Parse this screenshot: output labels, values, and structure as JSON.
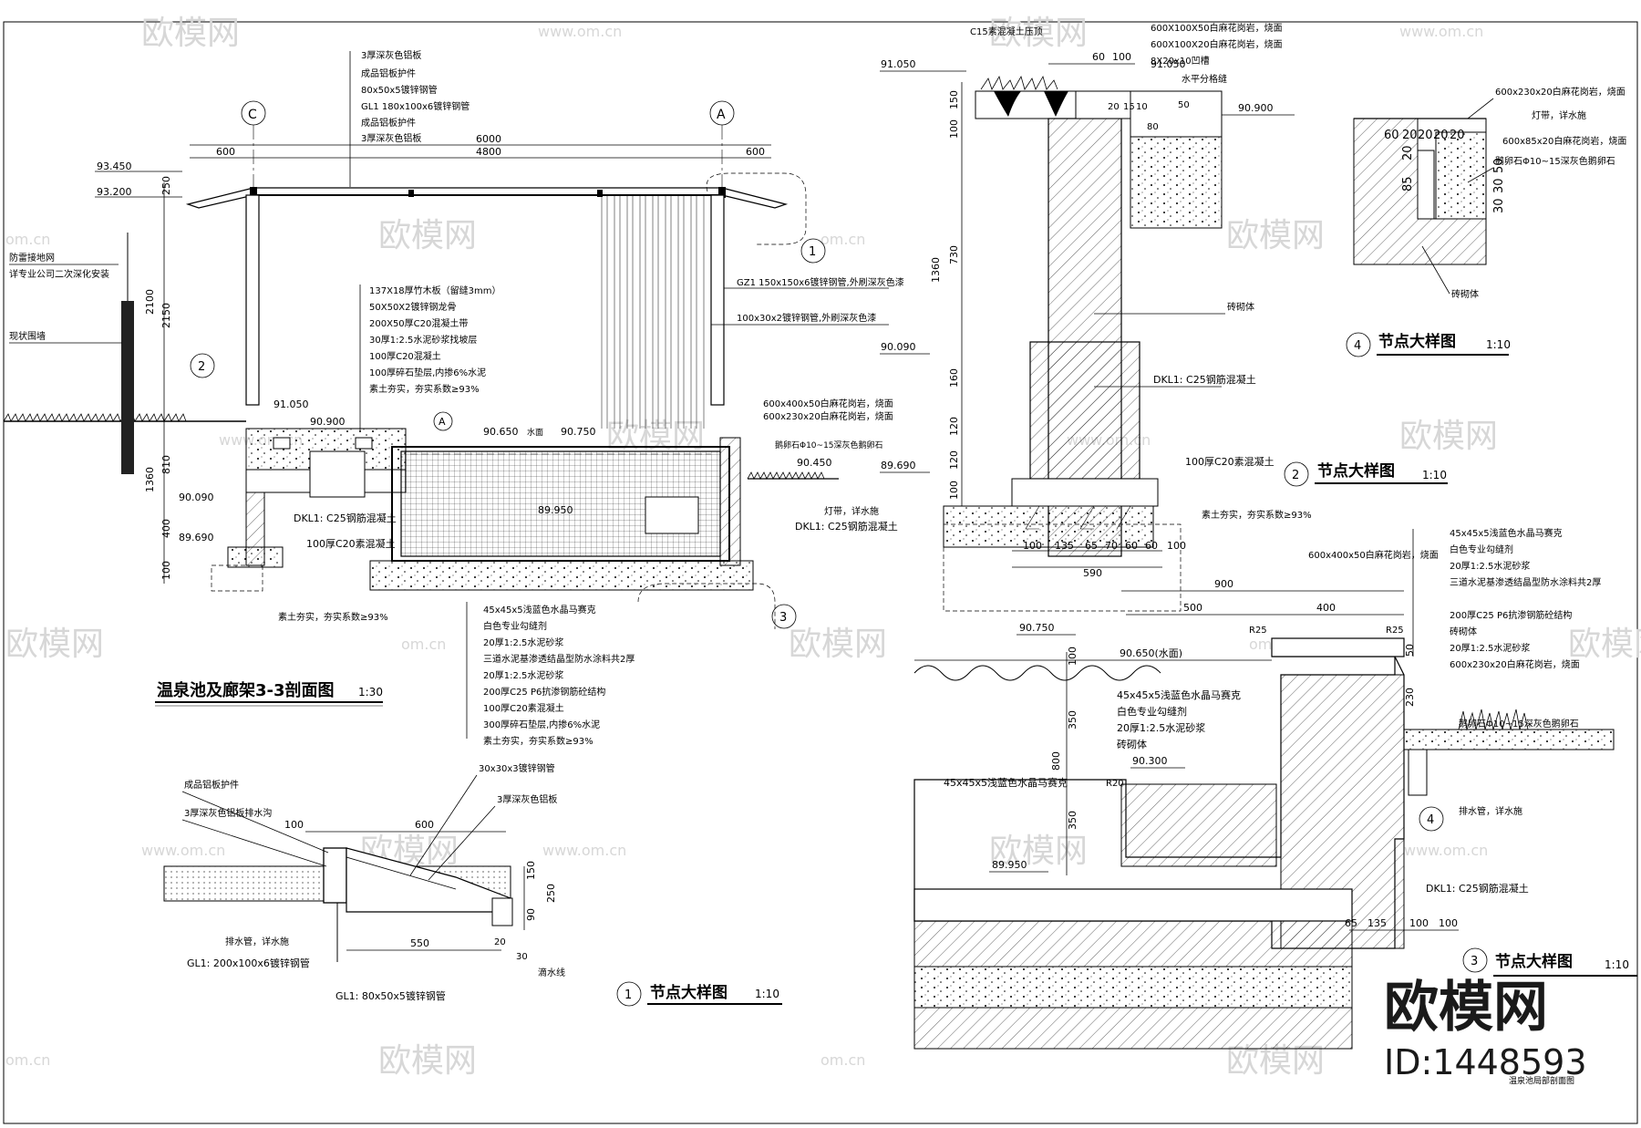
{
  "watermark": {
    "site": "www.om.cn",
    "site_short": "om.cn",
    "brand": "欧模网"
  },
  "brand_logo": {
    "name": "欧模网",
    "id": "ID:1448593"
  },
  "section_main": {
    "title": "温泉池及廊架3-3剖面图",
    "scale": "1:30",
    "axis_c": "C",
    "axis_a": "A",
    "dims_top": [
      "6000",
      "600",
      "4800",
      "600"
    ],
    "dims_left": [
      "250",
      "2150",
      "2100",
      "810",
      "1360",
      "400",
      "100"
    ],
    "elevations": [
      "93.450",
      "93.200",
      "91.050",
      "90.900",
      "90.650",
      "90.750",
      "90.450",
      "90.090",
      "89.690",
      "89.950"
    ],
    "water_label": "水面",
    "roof_notes": [
      "3厚深灰色铝板",
      "成品铝板护件",
      "80x50x5镀锌钢管",
      "GL1 180x100x6镀锌钢管",
      "成品铝板护件",
      "3厚深灰色铝板"
    ],
    "deck_notes": [
      "137X18厚竹木板（留缝3mm）",
      "50X50X2镀锌钢龙骨",
      "200X50厚C20混凝土带",
      "30厚1:2.5水泥砂浆找坡层",
      "100厚C20混凝土",
      "100厚碎石垫层,内掺6%水泥",
      "素土夯实，夯实系数≥93%"
    ],
    "pool_notes": [
      "45x45x5浅蓝色水晶马赛克",
      "白色专业勾缝剂",
      "20厚1:2.5水泥砂浆",
      "三道水泥基渗透结晶型防水涂料共2厚",
      "20厚1:2.5水泥砂浆",
      "200厚C25 P6抗渗钢筋砼结构",
      "100厚C20素混凝土",
      "300厚碎石垫层,内掺6%水泥",
      "素土夯实，夯实系数≥93%"
    ],
    "right_notes": [
      "GZ1 150x150x6镀锌钢管,外刷深灰色漆",
      "100x30x2镀锌钢管,外刷深灰色漆",
      "600x400x50白麻花岗岩，烧面",
      "600x230x20白麻花岗岩，烧面",
      "鹅卵石Φ10~15深灰色鹅卵石",
      "灯带，详水施"
    ],
    "left_notes": [
      "防雷接地网",
      "详专业公司二次深化安装",
      "现状围墙"
    ],
    "base_notes": [
      "DKL1: C25钢筋混凝土",
      "100厚C20素混凝土",
      "素土夯实，夯实系数≥93%",
      "DKL1: C25钢筋混凝土"
    ],
    "light_label": "灯带，详水施",
    "callouts": [
      "1",
      "2",
      "3",
      "A"
    ]
  },
  "detail_1": {
    "title": "节点大样图",
    "number": "1",
    "scale": "1:10",
    "notes": [
      "成品铝板护件",
      "3厚深灰色铝板排水沟",
      "30x30x3镀锌钢管",
      "3厚深灰色铝板",
      "排水管，详水施",
      "GL1: 200x100x6镀锌钢管",
      "GL1: 80x50x5镀锌钢管",
      "滴水线"
    ],
    "dims": [
      "100",
      "600",
      "150",
      "250",
      "90",
      "20",
      "30",
      "550"
    ]
  },
  "detail_2": {
    "title": "节点大样图",
    "number": "2",
    "scale": "1:10",
    "notes": [
      "C15素混凝土压顶",
      "600X100X50白麻花岗岩，烧面",
      "600X100X20白麻花岗岩，烧面",
      "8X20x10凹槽",
      "水平分格缝",
      "砖砌体",
      "DKL1: C25钢筋混凝土",
      "100厚C20素混凝土",
      "素土夯实，夯实系数≥93%"
    ],
    "elevations": [
      "91.050",
      "91.050",
      "90.900",
      "90.090",
      "89.690"
    ],
    "dims_top": [
      "60",
      "100"
    ],
    "dims_left": [
      "150",
      "100",
      "730",
      "1360",
      "160",
      "120",
      "120",
      "100"
    ],
    "dims_bottom": [
      "100",
      "135",
      "65",
      "70",
      "60",
      "60",
      "100"
    ],
    "dim_total": "590",
    "small_dims": [
      "20",
      "15",
      "10",
      "80",
      "50"
    ]
  },
  "detail_3": {
    "title": "节点大样图",
    "number": "3",
    "scale": "1:10",
    "notes": [
      "45x45x5浅蓝色水晶马赛克",
      "白色专业勾缝剂",
      "20厚1:2.5水泥砂浆",
      "三道水泥基渗透结晶型防水涂料共2厚",
      "200厚C25 P6抗渗钢筋砼结构",
      "砖砌体",
      "20厚1:2.5水泥砂浆",
      "600x230x20白麻花岗岩，烧面",
      "600x400x50白麻花岗岩，烧面",
      "45x45x5浅蓝色水晶马赛克",
      "白色专业勾缝剂",
      "20厚1:2.5水泥砂浆",
      "砖砌体",
      "45x45x5浅蓝色水晶马赛克",
      "鹅卵石Φ10~15深灰色鹅卵石",
      "排水管，详水施",
      "DKL1: C25钢筋混凝土",
      "温泉池局部剖面图"
    ],
    "elevations": [
      "90.750",
      "90.650(水面)",
      "90.300",
      "89.950"
    ],
    "dims": [
      "900",
      "400",
      "500",
      "R25",
      "R25",
      "R20",
      "100",
      "350",
      "800",
      "350",
      "50",
      "230",
      "65",
      "135",
      "100",
      "100"
    ]
  },
  "detail_4": {
    "title": "节点大样图",
    "number": "4",
    "scale": "1:10",
    "notes": [
      "600x230x20白麻花岗岩，烧面",
      "灯带，详水施",
      "600x85x20白麻花岗岩，烧面",
      "鹅卵石Φ10~15深灰色鹅卵石",
      "砖砌体"
    ],
    "dims": [
      "60",
      "20",
      "20",
      "20",
      "20",
      "85",
      "20",
      "50",
      "30",
      "30"
    ]
  }
}
